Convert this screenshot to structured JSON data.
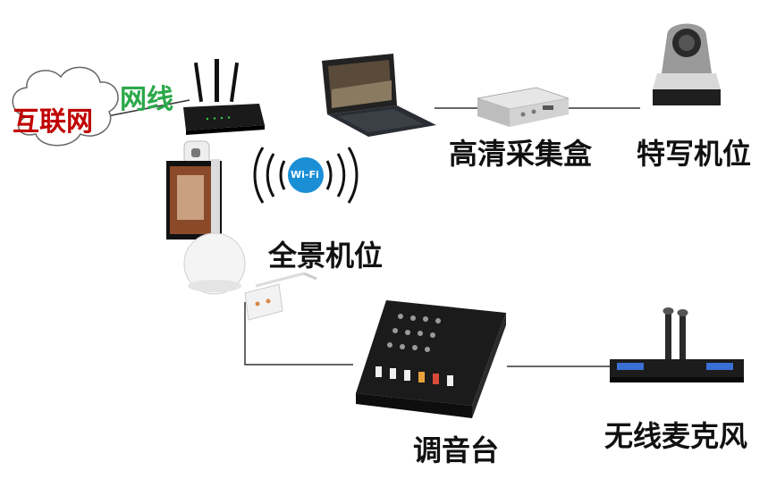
{
  "labels": {
    "internet": "互联网",
    "cable": "网线",
    "wifi": "Wi-Fi",
    "capture_box": "高清采集盒",
    "closeup_camera": "特写机位",
    "panorama_camera": "全景机位",
    "mixer": "调音台",
    "wireless_mic": "无线麦克风"
  },
  "colors": {
    "internet_text": "#c00000",
    "cable_text": "#2ba84a",
    "wifi_badge": "#1a8fd6",
    "line": "#333333"
  },
  "icons": {
    "cloud": "cloud-icon",
    "router": "router-icon",
    "tablet": "tablet-icon",
    "capture": "capture-box-icon",
    "ptz": "ptz-camera-icon",
    "robot": "robot-terminal-icon",
    "mixer": "audio-mixer-icon",
    "mic": "wireless-mic-icon"
  }
}
